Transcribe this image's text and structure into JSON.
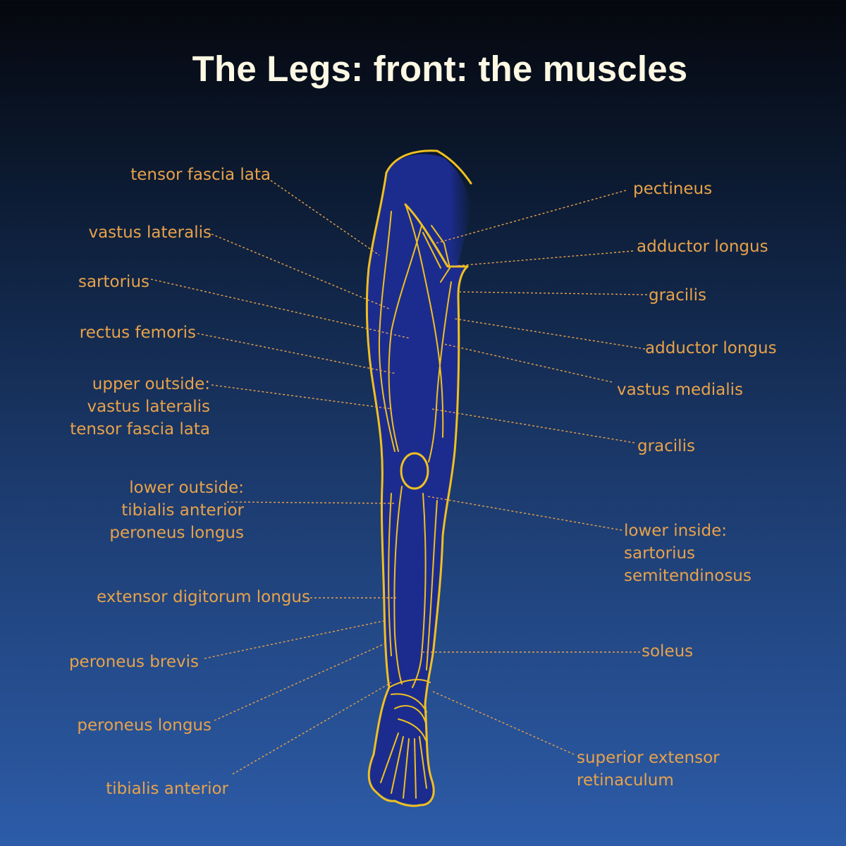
{
  "title": "The Legs: front: the muscles",
  "labels_left": [
    {
      "id": "tensor-fascia-lata",
      "text": "tensor fascia lata"
    },
    {
      "id": "vastus-lateralis",
      "text": "vastus lateralis"
    },
    {
      "id": "sartorius",
      "text": "sartorius"
    },
    {
      "id": "rectus-femoris",
      "text": "rectus femoris"
    },
    {
      "id": "upper-outside",
      "text": "upper outside:\nvastus lateralis\ntensor fascia lata"
    },
    {
      "id": "lower-outside",
      "text": "lower outside:\ntibialis anterior\nperoneus longus"
    },
    {
      "id": "extensor-digitorum-longus",
      "text": "extensor digitorum longus"
    },
    {
      "id": "peroneus-brevis",
      "text": "peroneus brevis"
    },
    {
      "id": "peroneus-longus",
      "text": "peroneus longus"
    },
    {
      "id": "tibialis-anterior",
      "text": "tibialis anterior"
    }
  ],
  "labels_right": [
    {
      "id": "pectineus",
      "text": "pectineus"
    },
    {
      "id": "adductor-longus-1",
      "text": "adductor longus"
    },
    {
      "id": "gracilis-1",
      "text": "gracilis"
    },
    {
      "id": "adductor-longus-2",
      "text": "adductor longus"
    },
    {
      "id": "vastus-medialis",
      "text": "vastus medialis"
    },
    {
      "id": "gracilis-2",
      "text": "gracilis"
    },
    {
      "id": "lower-inside",
      "text": "lower inside:\nsartorius\nsemitendinosus"
    },
    {
      "id": "soleus",
      "text": "soleus"
    },
    {
      "id": "superior-extensor-retinaculum",
      "text": "superior extensor\nretinaculum"
    }
  ],
  "colors": {
    "label": "#e8a24a",
    "outline": "#f0c020",
    "leg_fill": "#1c2c8e",
    "title": "#fdf8e4"
  }
}
